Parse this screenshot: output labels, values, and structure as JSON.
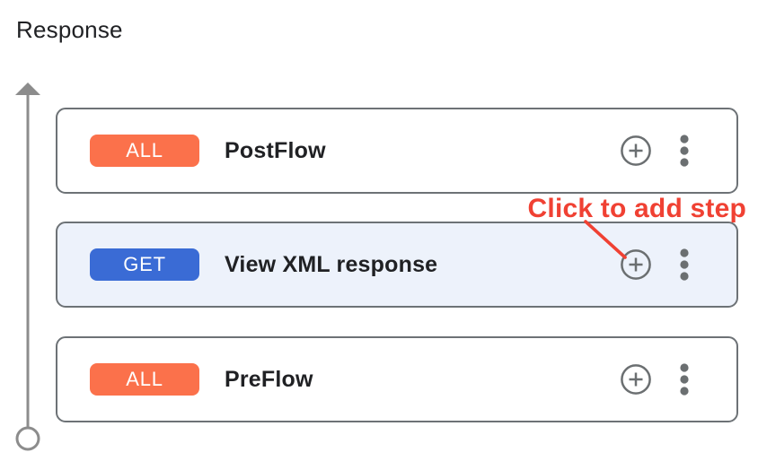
{
  "title": "Response",
  "annotation": {
    "label": "Click to add step"
  },
  "cards": [
    {
      "badge": "ALL",
      "name": "PostFlow"
    },
    {
      "badge": "GET",
      "name": "View XML response"
    },
    {
      "badge": "ALL",
      "name": "PreFlow"
    }
  ],
  "icons": {
    "add_step": "plus-in-circle",
    "more_options": "vertical-three-dots",
    "flow_direction": "up-arrow-with-start-circle"
  },
  "colors": {
    "badge-all": "#fb714b",
    "badge-get": "#3a6bd5",
    "annotation": "#f04133",
    "card-border": "#6d7276",
    "highlight-bg": "#edf2fb",
    "icon": "#6b6f71",
    "arrow": "#8c8c8c",
    "text": "#202124"
  }
}
